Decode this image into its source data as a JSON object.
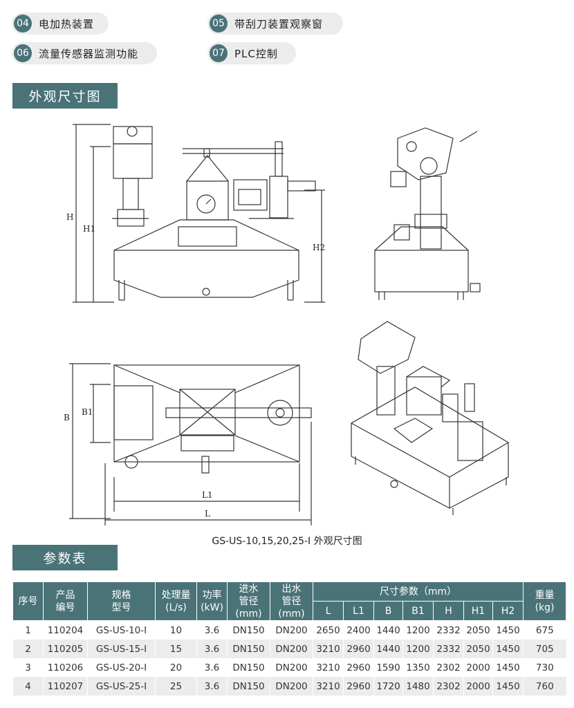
{
  "features": [
    {
      "num": "04",
      "label": "电加热装置"
    },
    {
      "num": "05",
      "label": "带刮刀装置观察窗"
    },
    {
      "num": "06",
      "label": "流量传感器监测功能"
    },
    {
      "num": "07",
      "label": "PLC控制"
    }
  ],
  "section_dimensions": "外观尺寸图",
  "dimension_labels": {
    "H": "H",
    "H1": "H1",
    "H2": "H2",
    "B": "B",
    "B1": "B1",
    "L": "L",
    "L1": "L1"
  },
  "drawing_caption": "GS-US-10,15,20,25-I 外观尺寸图",
  "section_params": "参数表",
  "table": {
    "headers": {
      "index": "序号",
      "code": [
        "产品",
        "编号"
      ],
      "model": [
        "规格",
        "型号"
      ],
      "flow": [
        "处理量",
        "(L/s)"
      ],
      "power": [
        "功率",
        "(kW)"
      ],
      "inlet": [
        "进水",
        "管径",
        "(mm)"
      ],
      "outlet": [
        "出水",
        "管径",
        "(mm)"
      ],
      "dims_group": "尺寸参数（mm）",
      "dims": [
        "L",
        "L1",
        "B",
        "B1",
        "H",
        "H1",
        "H2"
      ],
      "weight": [
        "重量",
        "(kg)"
      ]
    },
    "rows": [
      [
        "1",
        "110204",
        "GS-US-10-I",
        "10",
        "3.6",
        "DN150",
        "DN200",
        "2650",
        "2400",
        "1440",
        "1200",
        "2332",
        "2050",
        "1450",
        "675"
      ],
      [
        "2",
        "110205",
        "GS-US-15-I",
        "15",
        "3.6",
        "DN150",
        "DN200",
        "3210",
        "2960",
        "1440",
        "1200",
        "2332",
        "2050",
        "1450",
        "705"
      ],
      [
        "3",
        "110206",
        "GS-US-20-I",
        "20",
        "3.6",
        "DN150",
        "DN200",
        "3210",
        "2960",
        "1590",
        "1350",
        "2302",
        "2000",
        "1450",
        "730"
      ],
      [
        "4",
        "110207",
        "GS-US-25-I",
        "25",
        "3.6",
        "DN150",
        "DN200",
        "3210",
        "2960",
        "1720",
        "1480",
        "2302",
        "2000",
        "1450",
        "760"
      ]
    ]
  },
  "colors": {
    "accent": "#4a7378",
    "pill_bg": "#ececec",
    "row_alt": "#ececec"
  }
}
